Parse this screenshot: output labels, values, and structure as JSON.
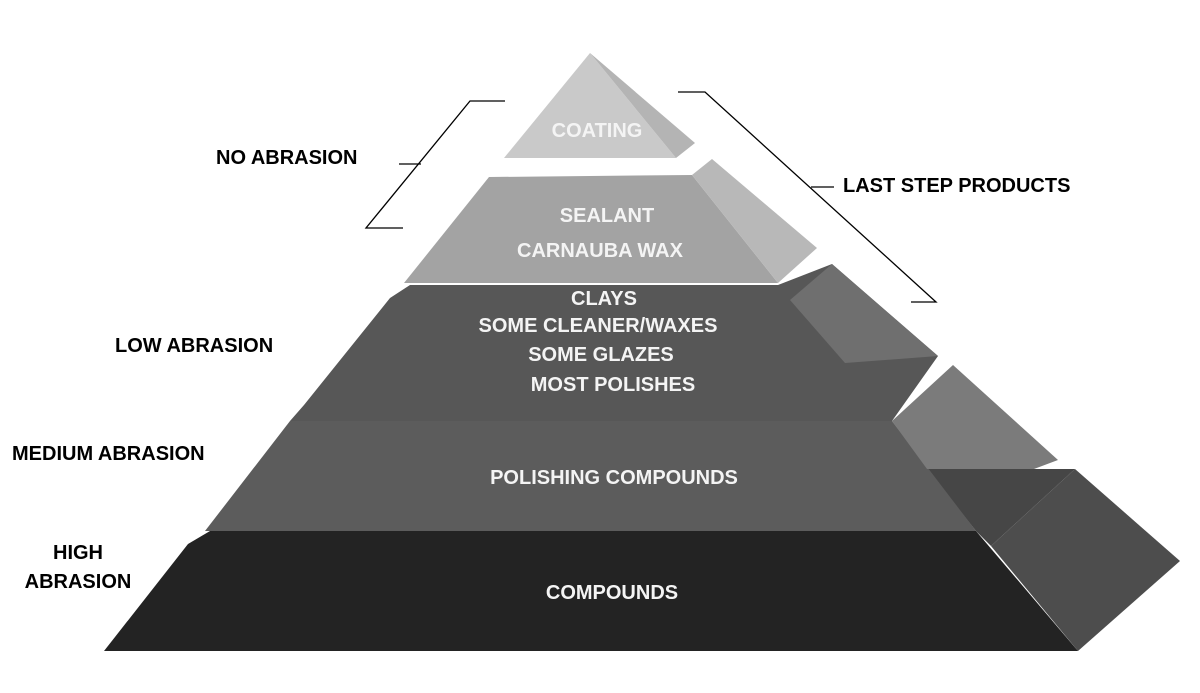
{
  "tiers": [
    {
      "key": "coating",
      "lines": [
        "COATING"
      ]
    },
    {
      "key": "sealant",
      "lines": [
        "SEALANT",
        "CARNAUBA WAX"
      ]
    },
    {
      "key": "low",
      "lines": [
        "CLAYS",
        "SOME CLEANER/WAXES",
        "SOME GLAZES",
        "MOST POLISHES"
      ]
    },
    {
      "key": "medium",
      "lines": [
        "POLISHING COMPOUNDS"
      ]
    },
    {
      "key": "high",
      "lines": [
        "COMPOUNDS"
      ]
    }
  ],
  "side_labels": {
    "no_abrasion": "NO ABRASION",
    "low_abrasion": "LOW ABRASION",
    "medium_abrasion": "MEDIUM ABRASION",
    "high_abrasion_line1": "HIGH",
    "high_abrasion_line2": "ABRASION",
    "last_step_products": "LAST STEP PRODUCTS"
  },
  "colors": {
    "coating_front": "#c9c9c9",
    "sealant_front": "#a3a3a3",
    "low_front": "#575757",
    "medium_front": "#5c5c5c",
    "high_front": "#232323"
  }
}
